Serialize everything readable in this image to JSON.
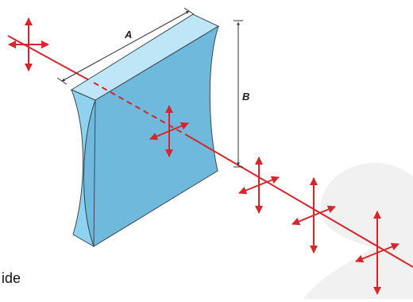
{
  "diagram": {
    "labels": {
      "a": "A",
      "b": "B"
    },
    "caption_text": "ide",
    "colors": {
      "beam": "#d6262b",
      "lens_front": "#8ed2ef",
      "lens_side": "#6fb9dc",
      "lens_top": "#bfe6f7",
      "lens_edge": "#3b4954",
      "dimension": "#333333",
      "corner_shape": "#f1f1f1"
    },
    "icons": {
      "polarization_marker": "four-way-arrow-icon"
    }
  }
}
